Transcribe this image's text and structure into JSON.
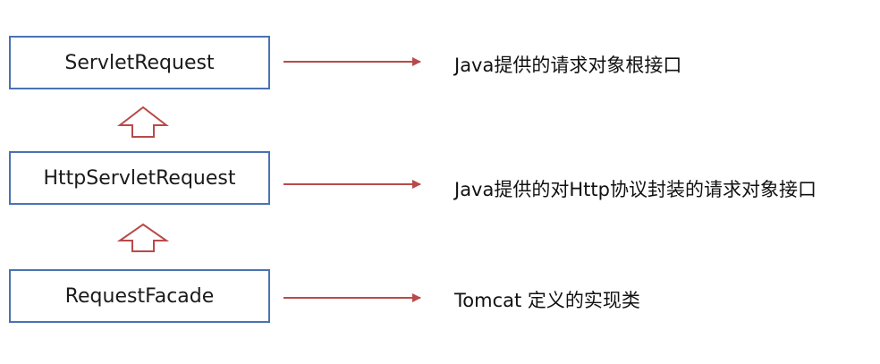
{
  "diagram": {
    "nodes": [
      {
        "label": "ServletRequest",
        "description": "Java提供的请求对象根接口"
      },
      {
        "label": "HttpServletRequest",
        "description": "Java提供的对Http协议封装的请求对象接口"
      },
      {
        "label": "RequestFacade",
        "description": "Tomcat 定义的实现类"
      }
    ],
    "colors": {
      "box_border": "#4a72b3",
      "arrow": "#b84a4a",
      "text": "#1a1a1a"
    }
  }
}
